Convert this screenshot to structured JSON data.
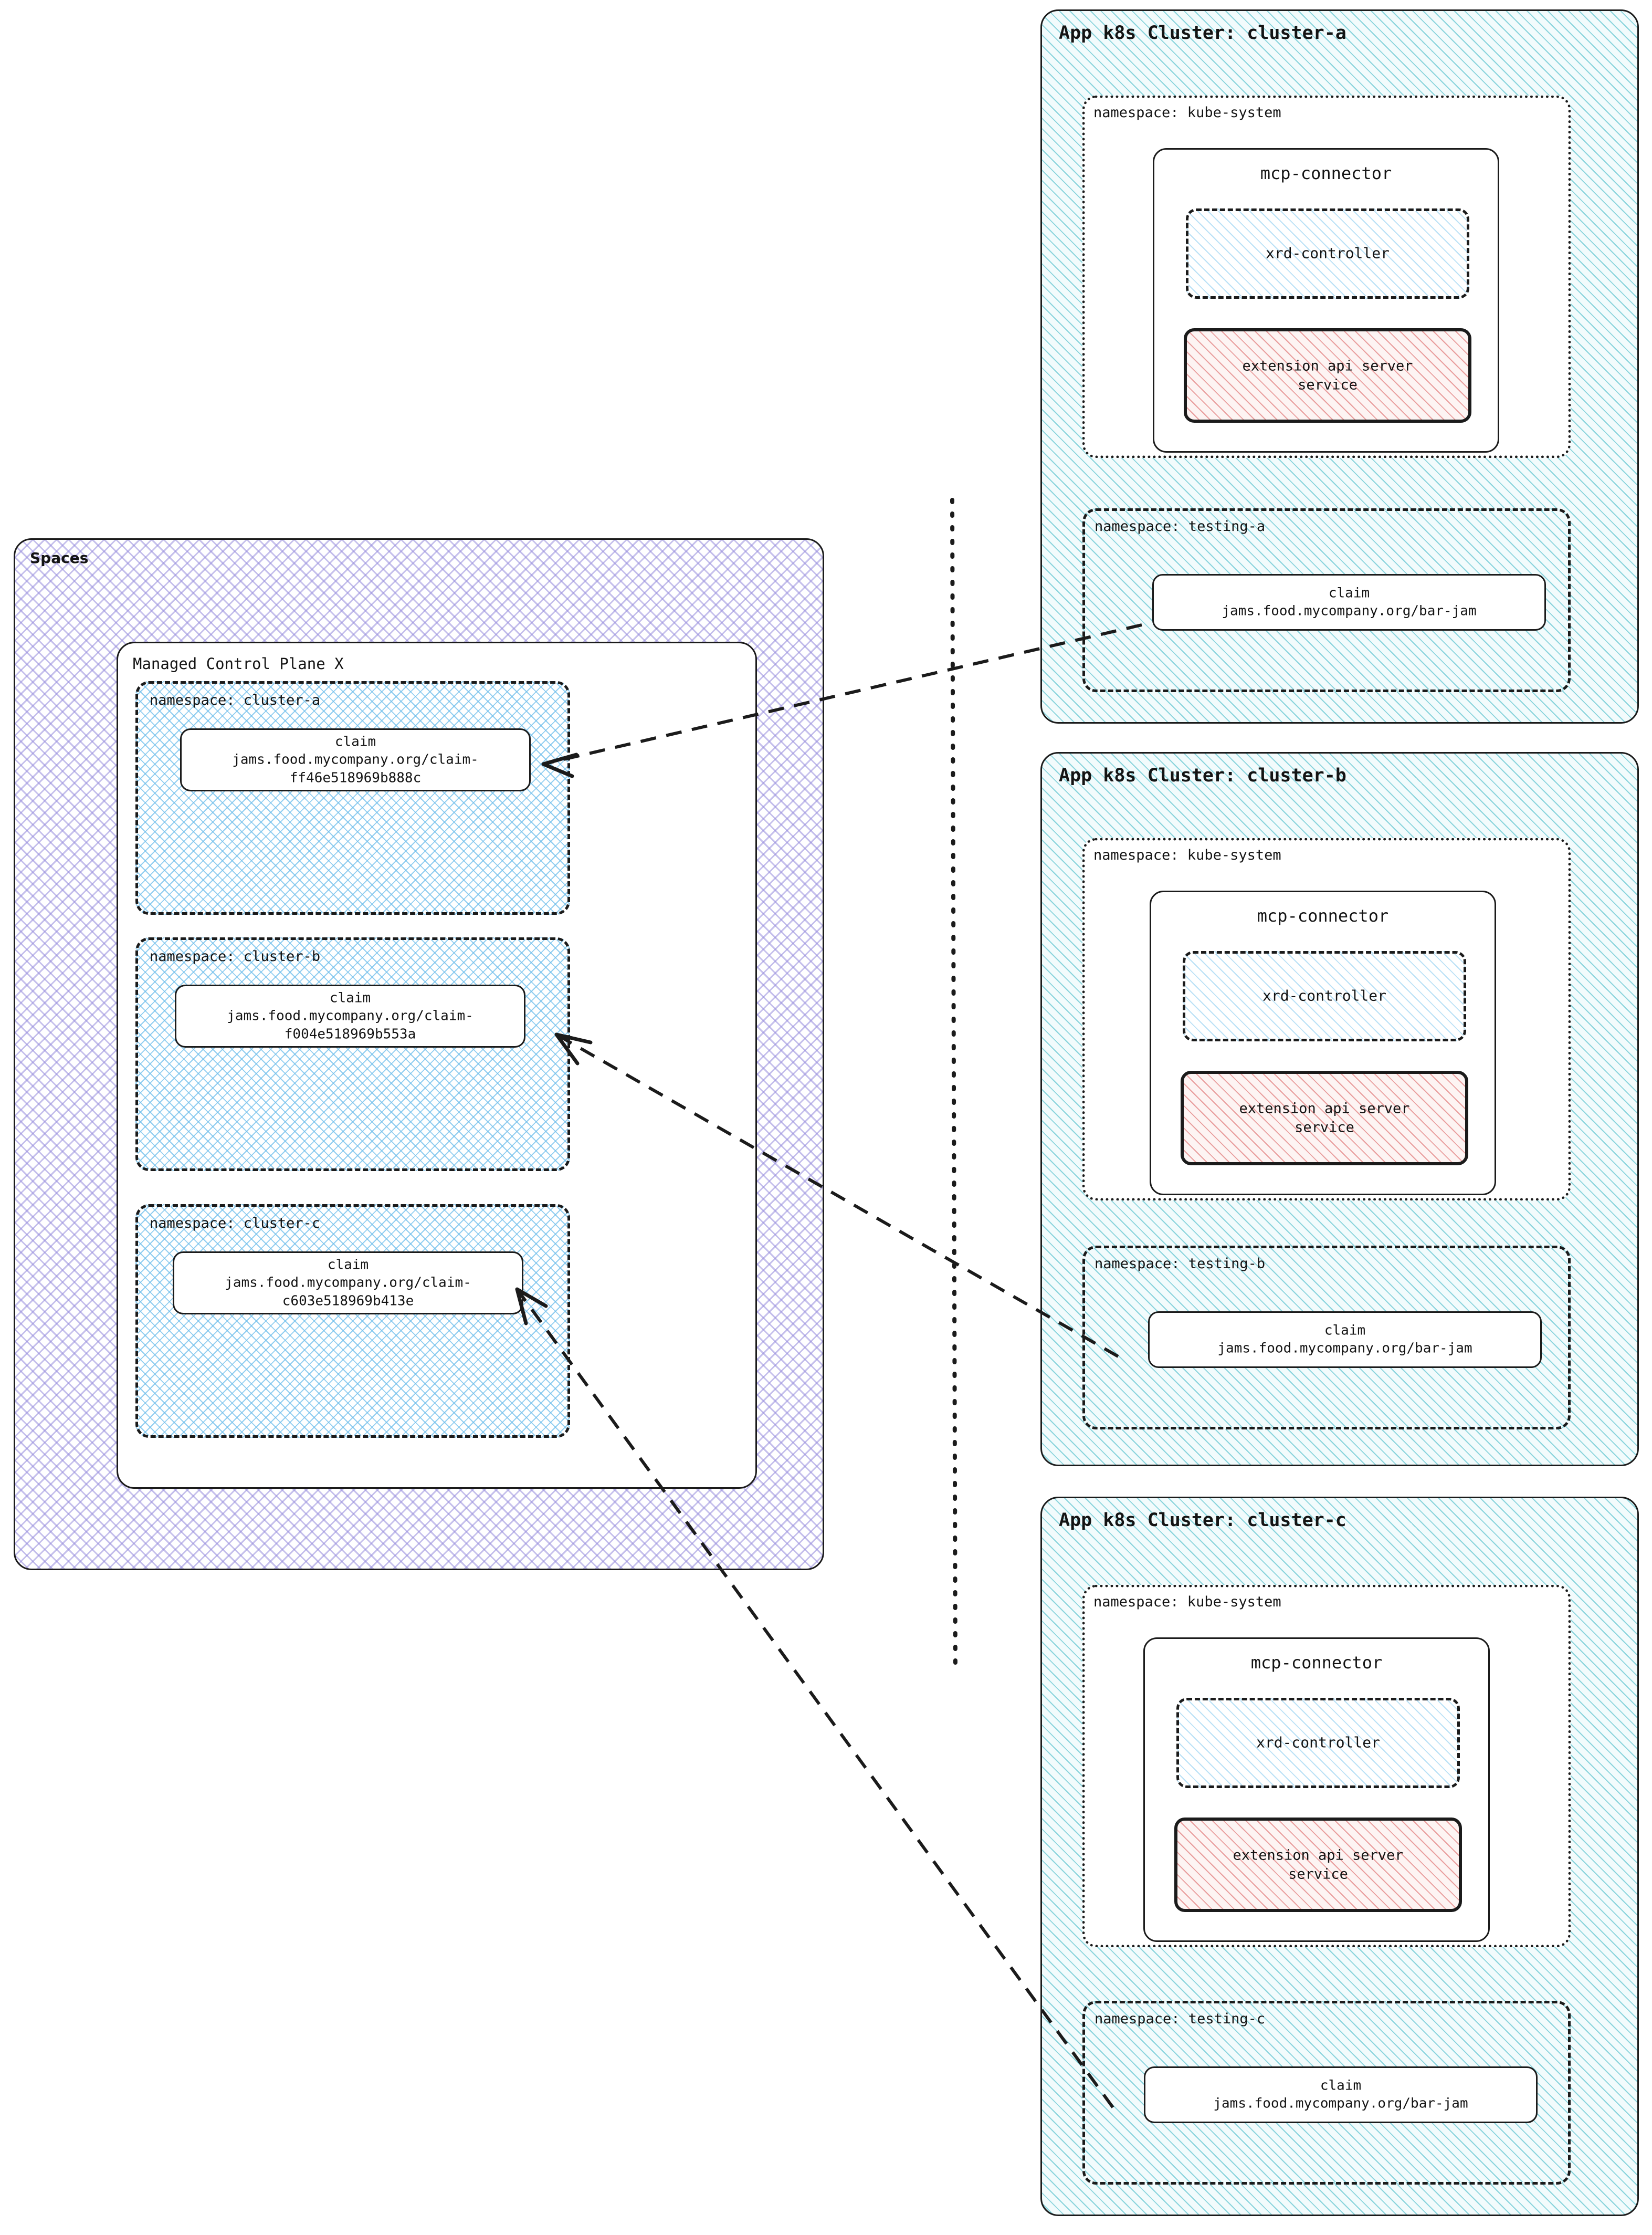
{
  "spaces": {
    "label": "Spaces",
    "control_plane": {
      "label": "Managed Control Plane X",
      "namespaces": [
        {
          "label": "namespace: cluster-a",
          "claim": {
            "kind": "claim",
            "name": "jams.food.mycompany.org/claim-ff46e518969b888c"
          }
        },
        {
          "label": "namespace: cluster-b",
          "claim": {
            "kind": "claim",
            "name": "jams.food.mycompany.org/claim-f004e518969b553a"
          }
        },
        {
          "label": "namespace: cluster-c",
          "claim": {
            "kind": "claim",
            "name": "jams.food.mycompany.org/claim-c603e518969b413e"
          }
        }
      ]
    }
  },
  "clusters": [
    {
      "title": "App k8s Cluster: cluster-a",
      "kube_system": {
        "label": "namespace: kube-system",
        "mcp_connector": {
          "label": "mcp-connector",
          "xrd_controller": "xrd-controller",
          "extension_api": {
            "line1": "extension api server",
            "line2": "service"
          }
        }
      },
      "testing": {
        "label": "namespace: testing-a",
        "claim": {
          "kind": "claim",
          "name": "jams.food.mycompany.org/bar-jam"
        }
      }
    },
    {
      "title": "App k8s Cluster: cluster-b",
      "kube_system": {
        "label": "namespace: kube-system",
        "mcp_connector": {
          "label": "mcp-connector",
          "xrd_controller": "xrd-controller",
          "extension_api": {
            "line1": "extension api server",
            "line2": "service"
          }
        }
      },
      "testing": {
        "label": "namespace: testing-b",
        "claim": {
          "kind": "claim",
          "name": "jams.food.mycompany.org/bar-jam"
        }
      }
    },
    {
      "title": "App k8s Cluster: cluster-c",
      "kube_system": {
        "label": "namespace: kube-system",
        "mcp_connector": {
          "label": "mcp-connector",
          "xrd_controller": "xrd-controller",
          "extension_api": {
            "line1": "extension api server",
            "line2": "service"
          }
        }
      },
      "testing": {
        "label": "namespace: testing-c",
        "claim": {
          "kind": "claim",
          "name": "jams.food.mycompany.org/bar-jam"
        }
      }
    }
  ],
  "colors": {
    "stroke": "#1b1b1b",
    "spaces_hatch": "#968CDC",
    "namespace_hatch": "#6EBEEB",
    "cluster_hatch": "#78CDD7",
    "extension_hatch": "#E28282"
  }
}
